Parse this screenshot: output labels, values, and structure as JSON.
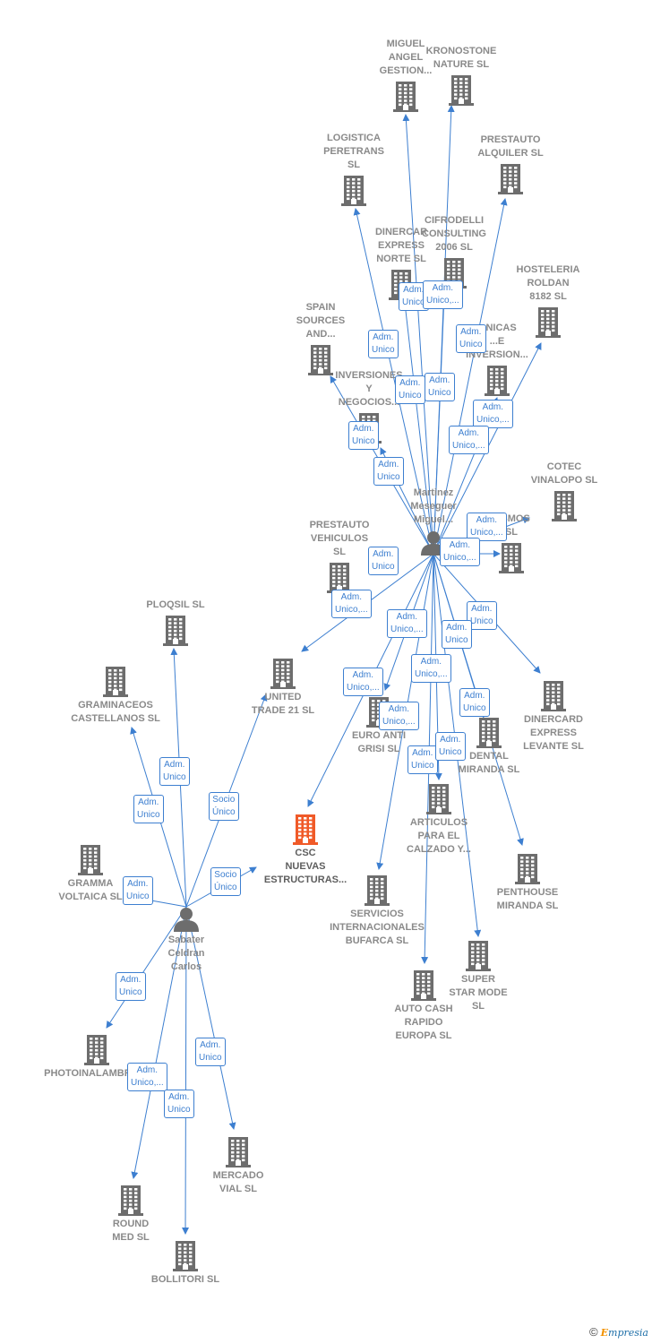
{
  "colors": {
    "edge": "#3d7fd0",
    "building": "#6d6d6d",
    "highlight": "#f05a28",
    "person": "#6d6d6d"
  },
  "brand": {
    "copyright": "©",
    "first": "E",
    "rest": "mpresia"
  },
  "nodes": [
    {
      "id": "martinez",
      "type": "person",
      "label": "Martinez\nMeseguer\nMiguel...",
      "labelPos": "above"
    },
    {
      "id": "sabater",
      "type": "person",
      "label": "Sabater\nCeldran\nCarlos",
      "labelPos": "below"
    },
    {
      "id": "csc",
      "type": "main",
      "label": "CSC\nNUEVAS\nESTRUCTURAS...",
      "labelPos": "below"
    },
    {
      "id": "miguel_angel",
      "type": "building",
      "label": "MIGUEL\nANGEL\nGESTION...",
      "labelPos": "above"
    },
    {
      "id": "kronostone",
      "type": "building",
      "label": "KRONOSTONE\nNATURE SL",
      "labelPos": "above"
    },
    {
      "id": "logistica",
      "type": "building",
      "label": "LOGISTICA\nPERETRANS\nSL",
      "labelPos": "above"
    },
    {
      "id": "prestauto_alq",
      "type": "building",
      "label": "PRESTAUTO\nALQUILER SL",
      "labelPos": "above"
    },
    {
      "id": "dinercar_norte",
      "type": "building",
      "label": "DINERCAR\nEXPRESS\nNORTE SL",
      "labelPos": "above"
    },
    {
      "id": "cifrodelli",
      "type": "building",
      "label": "CIFRODELLI\nCONSULTING\n2006 SL",
      "labelPos": "above"
    },
    {
      "id": "hosteleria",
      "type": "building",
      "label": "HOSTELERIA\nROLDAN\n8182 SL",
      "labelPos": "above"
    },
    {
      "id": "spain_sources",
      "type": "building",
      "label": "SPAIN\nSOURCES\nAND...",
      "labelPos": "above"
    },
    {
      "id": "tecnicas",
      "type": "building",
      "label": "...NICAS\n...E\nINVERSION...",
      "labelPos": "above"
    },
    {
      "id": "inversiones",
      "type": "building",
      "label": "INVERSIONES\nY\nNEGOCIOS...",
      "labelPos": "above"
    },
    {
      "id": "cotec",
      "type": "building",
      "label": "COTEC\nVINALOPO SL",
      "labelPos": "above"
    },
    {
      "id": "cosmos",
      "type": "building",
      "label": "...SMOS\nSL",
      "labelPos": "above"
    },
    {
      "id": "prestauto_veh",
      "type": "building",
      "label": "PRESTAUTO\nVEHICULOS\nSL",
      "labelPos": "above"
    },
    {
      "id": "ploqsil",
      "type": "building",
      "label": "PLOQSIL SL",
      "labelPos": "above"
    },
    {
      "id": "graminaceos",
      "type": "building",
      "label": "GRAMINACEOS\nCASTELLANOS SL",
      "labelPos": "below"
    },
    {
      "id": "united",
      "type": "building",
      "label": "UNITED\nTRADE 21 SL",
      "labelPos": "below"
    },
    {
      "id": "dinercard_lev",
      "type": "building",
      "label": "DINERCARD\nEXPRESS\nLEVANTE SL",
      "labelPos": "below"
    },
    {
      "id": "euro_anti",
      "type": "building",
      "label": "EURO ANTI\nGRISI SL",
      "labelPos": "below"
    },
    {
      "id": "dental",
      "type": "building",
      "label": "DENTAL\nMIRANDA SL",
      "labelPos": "below"
    },
    {
      "id": "articulos",
      "type": "building",
      "label": "ARTICULOS\nPARA EL\nCALZADO Y...",
      "labelPos": "below"
    },
    {
      "id": "gramma",
      "type": "building",
      "label": "GRAMMA\nVOLTAICA SL",
      "labelPos": "below"
    },
    {
      "id": "penthouse",
      "type": "building",
      "label": "PENTHOUSE\nMIRANDA SL",
      "labelPos": "below"
    },
    {
      "id": "servicios",
      "type": "building",
      "label": "SERVICIOS\nINTERNACIONALES\nBUFARCA SL",
      "labelPos": "below"
    },
    {
      "id": "super_star",
      "type": "building",
      "label": "SUPER\nSTAR MODE\nSL",
      "labelPos": "below"
    },
    {
      "id": "auto_cash",
      "type": "building",
      "label": "AUTO CASH\nRAPIDO\nEUROPA SL",
      "labelPos": "below"
    },
    {
      "id": "photoinal",
      "type": "building",
      "label": "PHOTOINALAMBRIC...",
      "labelPos": "below"
    },
    {
      "id": "mercado",
      "type": "building",
      "label": "MERCADO\nVIAL SL",
      "labelPos": "below"
    },
    {
      "id": "round",
      "type": "building",
      "label": "ROUND\nMED SL",
      "labelPos": "below"
    },
    {
      "id": "bollitori",
      "type": "building",
      "label": "BOLLITORI SL",
      "labelPos": "below"
    }
  ],
  "edges": [
    {
      "from": "martinez",
      "to": "miguel_angel"
    },
    {
      "from": "martinez",
      "to": "kronostone"
    },
    {
      "from": "martinez",
      "to": "logistica"
    },
    {
      "from": "martinez",
      "to": "prestauto_alq"
    },
    {
      "from": "martinez",
      "to": "dinercar_norte"
    },
    {
      "from": "martinez",
      "to": "cifrodelli"
    },
    {
      "from": "martinez",
      "to": "hosteleria"
    },
    {
      "from": "martinez",
      "to": "spain_sources"
    },
    {
      "from": "martinez",
      "to": "tecnicas"
    },
    {
      "from": "martinez",
      "to": "inversiones"
    },
    {
      "from": "martinez",
      "to": "cotec"
    },
    {
      "from": "martinez",
      "to": "cosmos"
    },
    {
      "from": "martinez",
      "to": "united"
    },
    {
      "from": "martinez",
      "to": "csc"
    },
    {
      "from": "martinez",
      "to": "dinercard_lev"
    },
    {
      "from": "martinez",
      "to": "euro_anti"
    },
    {
      "from": "martinez",
      "to": "dental"
    },
    {
      "from": "martinez",
      "to": "articulos"
    },
    {
      "from": "martinez",
      "to": "penthouse"
    },
    {
      "from": "martinez",
      "to": "servicios"
    },
    {
      "from": "martinez",
      "to": "super_star"
    },
    {
      "from": "martinez",
      "to": "auto_cash"
    },
    {
      "from": "sabater",
      "to": "ploqsil"
    },
    {
      "from": "sabater",
      "to": "graminaceos"
    },
    {
      "from": "sabater",
      "to": "united"
    },
    {
      "from": "sabater",
      "to": "csc"
    },
    {
      "from": "sabater",
      "to": "gramma"
    },
    {
      "from": "sabater",
      "to": "photoinal"
    },
    {
      "from": "sabater",
      "to": "mercado"
    },
    {
      "from": "sabater",
      "to": "round"
    },
    {
      "from": "sabater",
      "to": "bollitori"
    }
  ],
  "badges": [
    {
      "text": "Adm.\nUnico"
    },
    {
      "text": "Adm.\nUnico,..."
    },
    {
      "text": "Adm.\nUnico"
    },
    {
      "text": "Adm.\nUnico"
    },
    {
      "text": "Adm.\nUnico"
    },
    {
      "text": "Adm.\nUnico"
    },
    {
      "text": "Adm.\nUnico,..."
    },
    {
      "text": "Adm.\nUnico"
    },
    {
      "text": "Adm.\nUnico,..."
    },
    {
      "text": "Adm.\nUnico"
    },
    {
      "text": "Adm.\nUnico,..."
    },
    {
      "text": "Adm.\nUnico,..."
    },
    {
      "text": "Adm.\nUnico"
    },
    {
      "text": "Adm.\nUnico,..."
    },
    {
      "text": "Adm.\nUnico,..."
    },
    {
      "text": "Adm.\nUnico"
    },
    {
      "text": "Adm.\nUnico"
    },
    {
      "text": "Adm.\nUnico,..."
    },
    {
      "text": "Adm.\nUnico,..."
    },
    {
      "text": "Adm.\nUnico,..."
    },
    {
      "text": "Adm.\nUnico"
    },
    {
      "text": "Adm.\nUnico"
    },
    {
      "text": "Adm.\nUnico"
    },
    {
      "text": "Adm.\nUnico"
    },
    {
      "text": "Adm.\nUnico"
    },
    {
      "text": "Socio\nÚnico"
    },
    {
      "text": "Adm.\nUnico"
    },
    {
      "text": "Socio\nÚnico"
    },
    {
      "text": "Adm.\nUnico"
    },
    {
      "text": "Adm.\nUnico,..."
    },
    {
      "text": "Adm.\nUnico"
    },
    {
      "text": "Adm.\nUnico"
    }
  ]
}
